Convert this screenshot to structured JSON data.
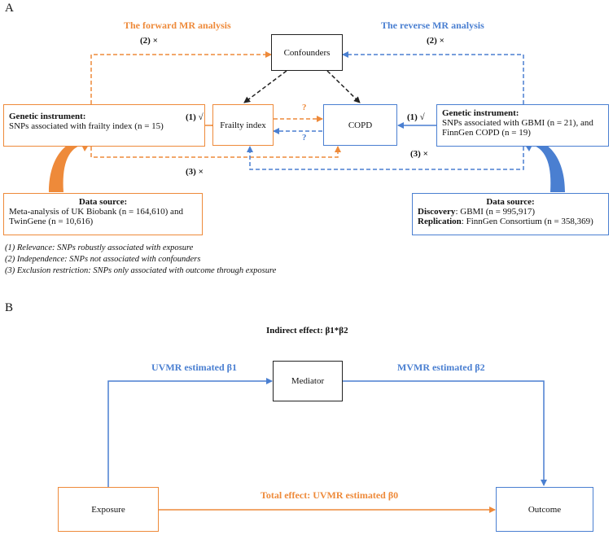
{
  "panel_a": {
    "label": "A",
    "forward_title": "The forward MR analysis",
    "reverse_title": "The reverse MR analysis",
    "confounders": "Confounders",
    "frailty_index": "Frailty index",
    "copd": "COPD",
    "left_instrument": {
      "heading": "Genetic instrument:",
      "text": "SNPs associated with frailty index (n = 15)"
    },
    "right_instrument": {
      "heading": "Genetic instrument:",
      "line1": "SNPs associated with GBMI (n = 21), and",
      "line2": "FinnGen COPD (n = 19)"
    },
    "left_source": {
      "heading": "Data source:",
      "line1": "Meta-analysis of UK Biobank (n = 164,610) and",
      "line2": "TwinGene (n = 10,616)"
    },
    "right_source": {
      "heading": "Data source:",
      "discovery_label": "Discovery",
      "discovery_text": ": GBMI (n = 995,917)",
      "replication_label": "Replication",
      "replication_text": ": FinnGen Consortium (n = 358,369)"
    },
    "marks": {
      "independence_left": "(2) ×",
      "independence_right": "(2) ×",
      "relevance_left": "(1) √",
      "relevance_right": "(1) √",
      "exclusion_left": "(3) ×",
      "exclusion_right": "(3) ×",
      "question_forward": "?",
      "question_reverse": "?"
    },
    "assumptions": [
      "(1) Relevance: SNPs robustly associated with exposure",
      "(2) Independence: SNPs not associated with confounders",
      "(3) Exclusion restriction: SNPs only associated with outcome through exposure"
    ]
  },
  "panel_b": {
    "label": "B",
    "indirect_effect": "Indirect effect: β1*β2",
    "uvmr_beta1": "UVMR estimated β1",
    "mvmr_beta2": "MVMR estimated β2",
    "mediator": "Mediator",
    "exposure": "Exposure",
    "outcome": "Outcome",
    "total_effect": "Total effect: UVMR estimated β0"
  },
  "colors": {
    "orange": "#ee8a3a",
    "blue": "#4a7fd1",
    "black": "#222222"
  }
}
